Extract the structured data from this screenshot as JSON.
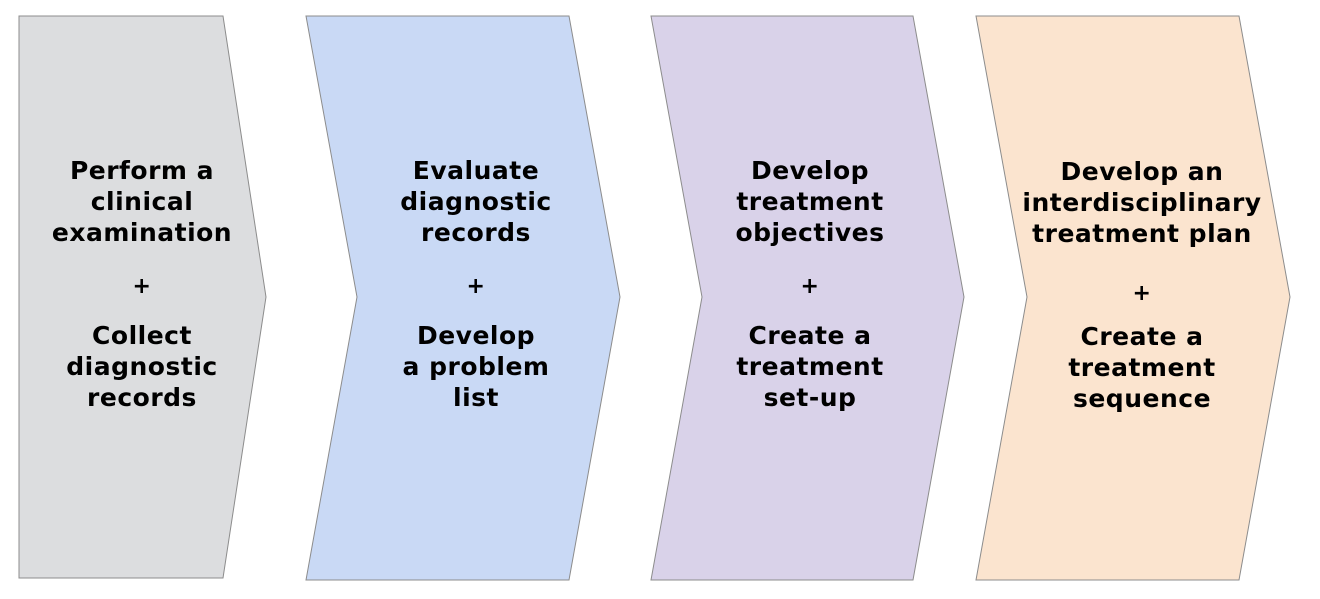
{
  "stages": [
    {
      "fill": "#dcdddf",
      "top_lines": [
        "Perform a",
        "clinical",
        "examination"
      ],
      "connector": "+",
      "bottom_lines": [
        "Collect",
        "diagnostic",
        "records"
      ]
    },
    {
      "fill": "#c9d9f5",
      "top_lines": [
        "Evaluate",
        "diagnostic",
        "records"
      ],
      "connector": "+",
      "bottom_lines": [
        "Develop",
        "a problem",
        "list"
      ]
    },
    {
      "fill": "#d9d2e9",
      "top_lines": [
        "Develop",
        "treatment",
        "objectives"
      ],
      "connector": "+",
      "bottom_lines": [
        "Create a",
        "treatment",
        "set-up"
      ]
    },
    {
      "fill": "#fbe4cf",
      "top_lines": [
        "Develop an",
        "interdisciplinary",
        "treatment plan"
      ],
      "connector": "+",
      "bottom_lines": [
        "Create a",
        "treatment",
        "sequence"
      ]
    }
  ]
}
